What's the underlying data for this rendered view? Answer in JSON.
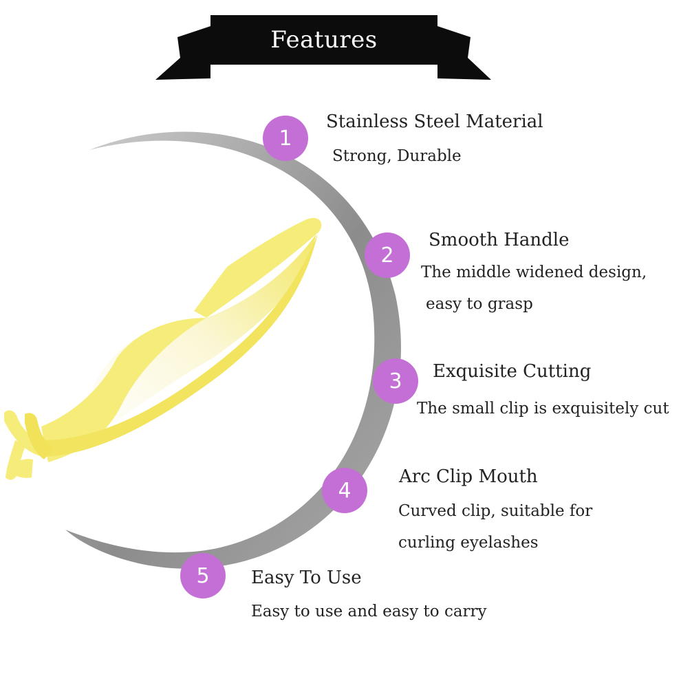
{
  "header": {
    "title": "Features"
  },
  "colors": {
    "banner": "#0c0c0c",
    "arc": "#8c8c8c",
    "badge": "#c46fd6",
    "tool": "#f6ec7a",
    "text": "#222222"
  },
  "features": [
    {
      "number": "1",
      "title": "Stainless Steel Material",
      "desc_lines": [
        "Strong, Durable"
      ]
    },
    {
      "number": "2",
      "title": "Smooth Handle",
      "desc_lines": [
        "The middle widened design,",
        "easy to grasp"
      ]
    },
    {
      "number": "3",
      "title": "Exquisite Cutting",
      "desc_lines": [
        "The small clip is exquisitely cut"
      ]
    },
    {
      "number": "4",
      "title": "Arc Clip Mouth",
      "desc_lines": [
        "Curved clip, suitable for",
        "curling eyelashes"
      ]
    },
    {
      "number": "5",
      "title": "Easy To Use",
      "desc_lines": [
        "Easy to use and easy to carry"
      ]
    }
  ]
}
